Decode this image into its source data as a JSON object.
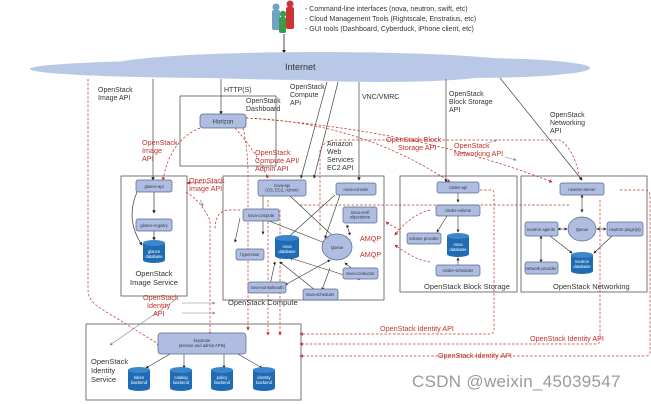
{
  "users": {
    "items": [
      "- Command-line interfaces (nova, neutron, swift, etc)",
      "- Cloud Management Tools (Rightscale, Enstratius, etc)",
      "- GUI tools (Dashboard, Cyberduck, iPhone client, etc)"
    ]
  },
  "internet": {
    "label": "Internet"
  },
  "external_apis": {
    "image": [
      "OpenStack",
      "Image API"
    ],
    "http": "HTTP(S)",
    "dashboard": [
      "OpenStack",
      "Dashboard"
    ],
    "compute": [
      "OpenStack",
      "Compute",
      "APi"
    ],
    "vnc": "VNC/VMRC",
    "ec2": [
      "Amazon",
      "Web",
      "Services",
      "EC2 API"
    ],
    "block": [
      "OpenStack",
      "Block Storage",
      "API"
    ],
    "networking": [
      "OpenStack",
      "Networking",
      "API"
    ]
  },
  "internal_apis": {
    "image_api_1": [
      "OpenStack",
      "Image",
      "API"
    ],
    "compute_admin": [
      "OpenStack",
      "Compute API/",
      "Admin API"
    ],
    "block_storage": [
      "OpenStack Block",
      "Storage API"
    ],
    "networking": [
      "OpenStack",
      "Networking API"
    ],
    "image_api_2": [
      "OpenStack",
      "Image API"
    ],
    "amqp_1": "AMQP",
    "amqp_2": "AMQP",
    "identity": [
      "OpenStack",
      "Identity",
      "API"
    ],
    "identity_1": "OpenStack Identity API",
    "identity_2": "OpenStack Identity API",
    "identity_3": "OpenStack Identity API"
  },
  "dashboard": {
    "horizon": "Horizon"
  },
  "image_service": {
    "title": [
      "OpenStack",
      "Image Service"
    ],
    "glance_api": "glance-api",
    "glance_registry": "glance-registry",
    "glance_db": [
      "glance",
      "database"
    ]
  },
  "compute": {
    "title": "OpenStack Compute",
    "nova_api": [
      "nova-api",
      "(OS, EC2, Admin)"
    ],
    "nova_console": "nova-console",
    "nova_compute": "nova-compute",
    "nova_cert": [
      "nova-cert/",
      "objectstore"
    ],
    "nova_db": [
      "nova",
      "database"
    ],
    "queue": "Queue",
    "hypervisor": "hypervisor",
    "nova_conductor": "nova-conductor",
    "nova_consoleauth": "nova-consoleauth",
    "nova_scheduler": "nova-scheduler"
  },
  "block_storage": {
    "title": "OpenStack Block Storage",
    "cinder_api": "cinder-api",
    "cinder_volume": "cinder-volume",
    "volume_provider": "volume provider",
    "db": [
      "nova",
      "database"
    ],
    "cinder_scheduler": "cinder-scheduler"
  },
  "networking": {
    "title": "OpenStack Networking",
    "neutron_server": "neutron-server",
    "neutron_agents": "neutron agents",
    "queue": "Queue",
    "neutron_plugins": "neutron plugin(s)",
    "network_provider": "network provider",
    "db": [
      "neutron",
      "database"
    ]
  },
  "identity": {
    "title": [
      "OpenStack",
      "Identity",
      "Service"
    ],
    "keystone": [
      "keystone",
      "(service and admin APIs)"
    ],
    "backends": [
      [
        "token",
        "backend"
      ],
      [
        "catalog",
        "backend"
      ],
      [
        "policy",
        "backend"
      ],
      [
        "identity",
        "backend"
      ]
    ]
  },
  "watermark": "CSDN @weixin_45039547",
  "colors": {
    "node_fill": "#aebde0",
    "node_stroke": "#56678f",
    "db_fill": "#1f6bb4",
    "cloud": "#b8c8e6",
    "red": "#c0302a"
  }
}
